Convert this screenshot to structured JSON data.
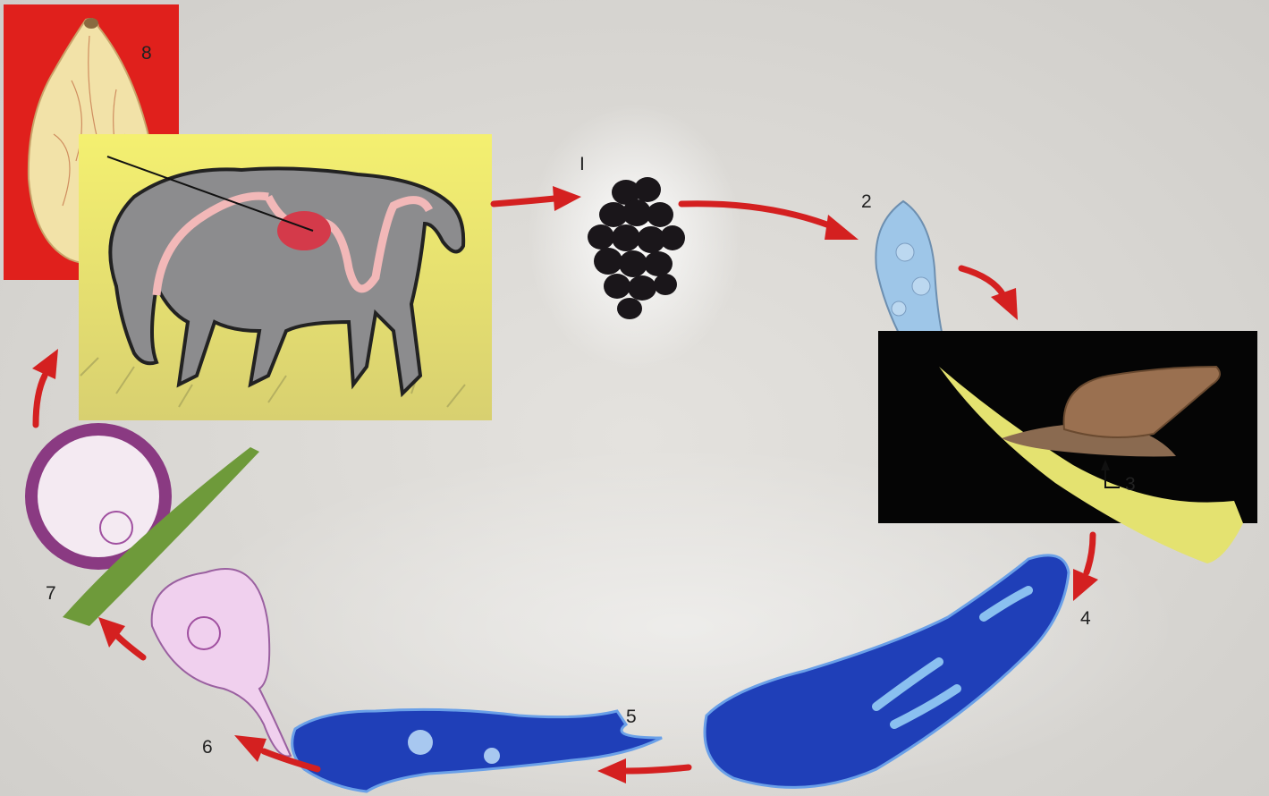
{
  "stages": [
    {
      "id": 1,
      "label": "I"
    },
    {
      "id": 2,
      "label": "2"
    },
    {
      "id": 3,
      "label": "3"
    },
    {
      "id": 4,
      "label": "4"
    },
    {
      "id": 5,
      "label": "5"
    },
    {
      "id": 6,
      "label": "6"
    },
    {
      "id": 7,
      "label": "7"
    },
    {
      "id": 8,
      "label": "8"
    }
  ],
  "colors": {
    "arrow": "#d42020",
    "sheep_panel": "#f2ee6a",
    "fluke_panel": "#e0201c",
    "snail_panel": "#050505",
    "sheep_body": "#8c8c8e",
    "larva_blue": "#1f3fb8",
    "cyst_purple": "#8a3a82",
    "grass": "#6e9a3a"
  }
}
